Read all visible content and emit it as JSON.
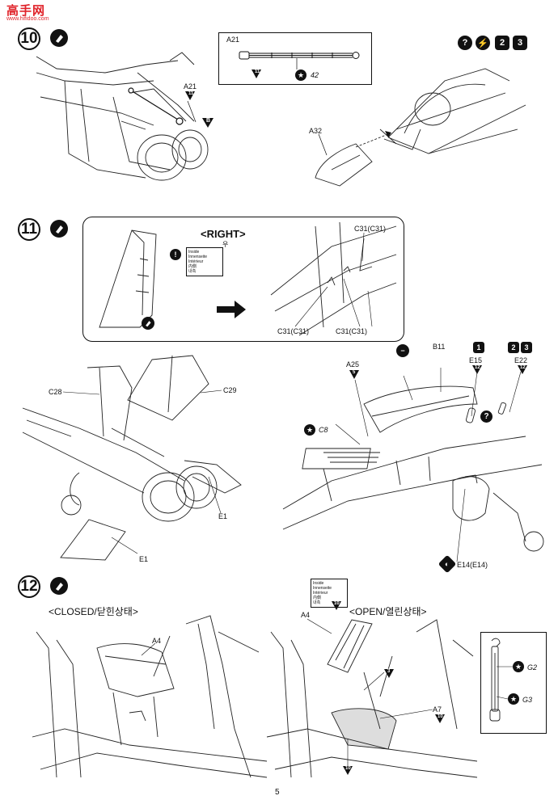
{
  "watermark": {
    "site_text": "高手网",
    "url": "www.hifidoo.com"
  },
  "page_number": "5",
  "steps": [
    {
      "number": "10"
    },
    {
      "number": "11"
    },
    {
      "number": "12"
    }
  ],
  "step10": {
    "part_box": {
      "part": "A21",
      "sprue_tag": "11",
      "color_code": "42"
    },
    "callouts": {
      "a21": "A21",
      "a21_tag": "11",
      "b_tag": "B",
      "a32": "A32"
    },
    "top_badges": [
      "?",
      "⚡",
      "2",
      "3"
    ]
  },
  "step11": {
    "title": "<RIGHT>",
    "subtitle": "우",
    "note": [
      "Inside",
      "Innenseite",
      "Intérieur",
      "内側",
      "내측"
    ],
    "callouts": {
      "c31_top": "C31(C31)",
      "c31_bl": "C31(C31)",
      "c31_br": "C31(C31)",
      "c28": "C28",
      "c29": "C29",
      "e1_right": "E1",
      "e1_left": "E1"
    }
  },
  "step11b": {
    "callouts": {
      "a25": "A25",
      "a25_tag": "5",
      "b11": "B11",
      "e15": "E15",
      "e15_tag": "12",
      "e22": "E22",
      "e22_tag": "12",
      "c8": "C8",
      "e14": "E14(E14)"
    },
    "badges": [
      "1",
      "2",
      "3",
      "?"
    ]
  },
  "step12": {
    "closed_label": "<CLOSED/닫힌상태>",
    "open_label": "<OPEN/열린상태>",
    "note": [
      "Inside",
      "Innenseite",
      "Intérieur",
      "内側",
      "내측"
    ],
    "note_tag": "10",
    "callouts": {
      "a4_closed": "A4",
      "a4_open": "A4",
      "a7": "A7",
      "a7_tag": "10",
      "ref_3": "3",
      "bottom_tag": "10",
      "g2": "G2",
      "g3": "G3"
    }
  }
}
